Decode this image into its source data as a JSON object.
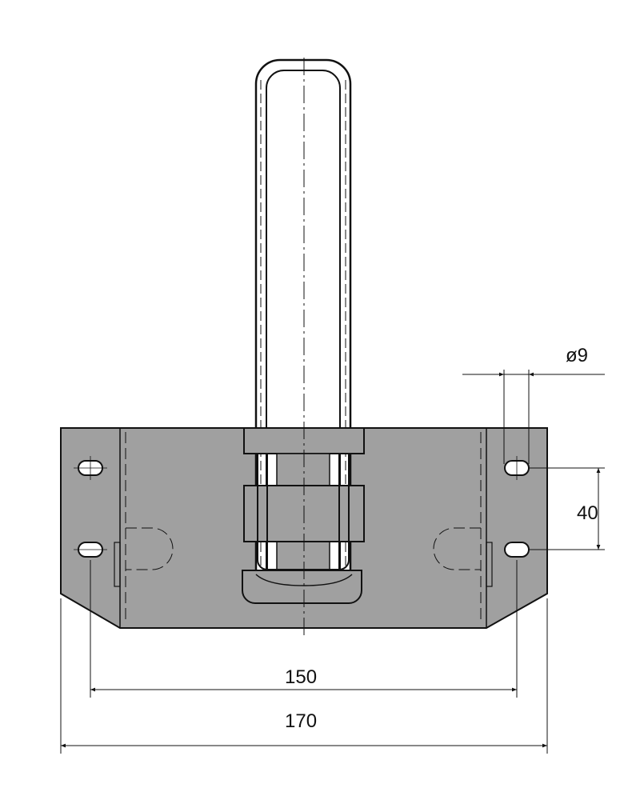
{
  "drawing": {
    "dimensions": {
      "hole_diameter": "ø9",
      "hole_spacing_vertical": "40",
      "hole_spacing_horizontal": "150",
      "overall_width": "170"
    },
    "colors": {
      "plate": "#a0a0a0",
      "line": "#111111",
      "background": "#ffffff"
    }
  }
}
